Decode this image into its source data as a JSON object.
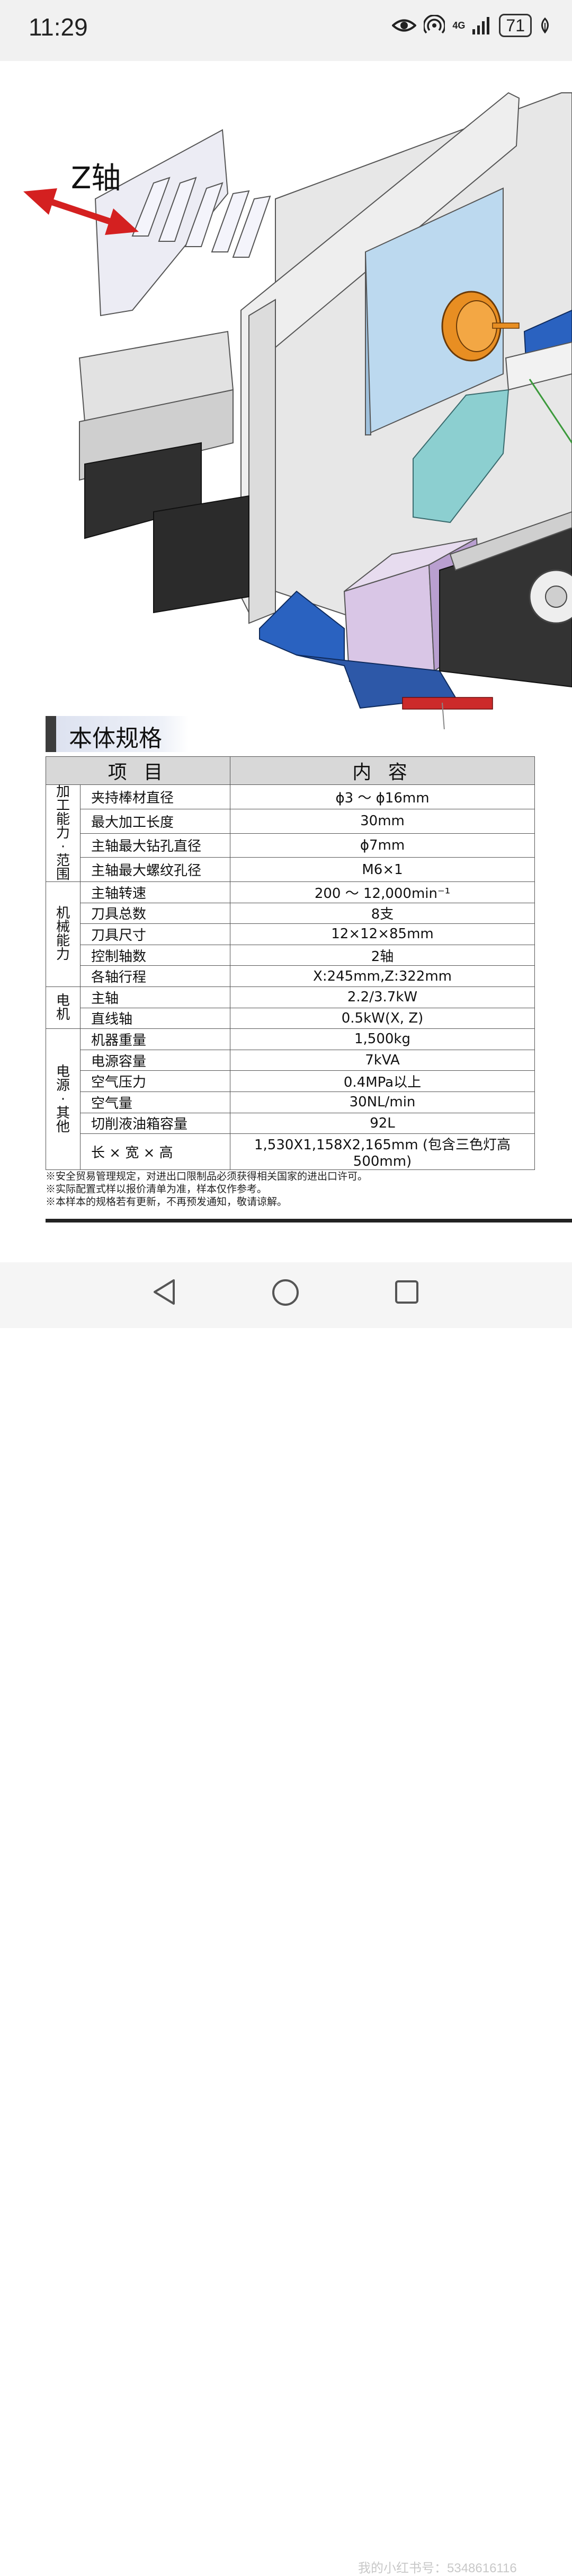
{
  "status_bar": {
    "time": "11:29",
    "battery": "71",
    "network": "4G"
  },
  "figure": {
    "axis_label": "Z轴",
    "partial_label": "工"
  },
  "section": {
    "title": "本体规格"
  },
  "table": {
    "headers": {
      "item": "项 目",
      "content": "内 容"
    },
    "groups": [
      {
        "label": [
          "加",
          "工",
          "能",
          "力",
          "·",
          "范",
          "围"
        ],
        "rows": [
          {
            "item": "夹持棒材直径",
            "value": "ϕ3 ～ ϕ16mm"
          },
          {
            "item": "最大加工长度",
            "value": "30mm"
          },
          {
            "item": "主轴最大钻孔直径",
            "value": "ϕ7mm"
          },
          {
            "item": "主轴最大螺纹孔径",
            "value": "M6×1"
          }
        ]
      },
      {
        "label": [
          "机",
          "械",
          "能",
          "力"
        ],
        "rows": [
          {
            "item": "主轴转速",
            "value": "200 ～ 12,000min⁻¹"
          },
          {
            "item": "刀具总数",
            "value": "8支"
          },
          {
            "item": "刀具尺寸",
            "value": "12×12×85mm"
          },
          {
            "item": "控制轴数",
            "value": "2轴"
          },
          {
            "item": "各轴行程",
            "value": "X:245mm,Z:322mm"
          }
        ]
      },
      {
        "label": [
          "电",
          "机"
        ],
        "rows": [
          {
            "item": "主轴",
            "value": "2.2/3.7kW"
          },
          {
            "item": "直线轴",
            "value": "0.5kW(X, Z)"
          }
        ]
      },
      {
        "label": [
          "电",
          "源",
          "·",
          "其",
          "他"
        ],
        "rows": [
          {
            "item": "机器重量",
            "value": "1,500kg"
          },
          {
            "item": "电源容量",
            "value": "7kVA"
          },
          {
            "item": "空气压力",
            "value": "0.4MPa以上"
          },
          {
            "item": "空气量",
            "value": "30NL/min"
          },
          {
            "item": "切削液油箱容量",
            "value": "92L"
          },
          {
            "item": "长 × 宽 × 高",
            "value": "1,530X1,158X2,165mm (包含三色灯高500mm)"
          }
        ]
      }
    ]
  },
  "notes": [
    "※安全贸易管理规定，对进出口限制品必须获得相关国家的进出口许可。",
    "※实际配置式样以报价清单为准，样本仅作参考。",
    "※本样本的规格若有更新，不再预发通知，敬请谅解。"
  ],
  "watermark": "我的小红书号：5348616116",
  "colors": {
    "enclosure": "#e6e6e6",
    "dark_base": "#2e2e2e",
    "blue": "#2a62c0",
    "red": "#cc2a2a",
    "lilac": "#d9c6e6",
    "teal": "#8ccfd0",
    "orange": "#e88e22",
    "light_blue": "#bcd9ef"
  }
}
